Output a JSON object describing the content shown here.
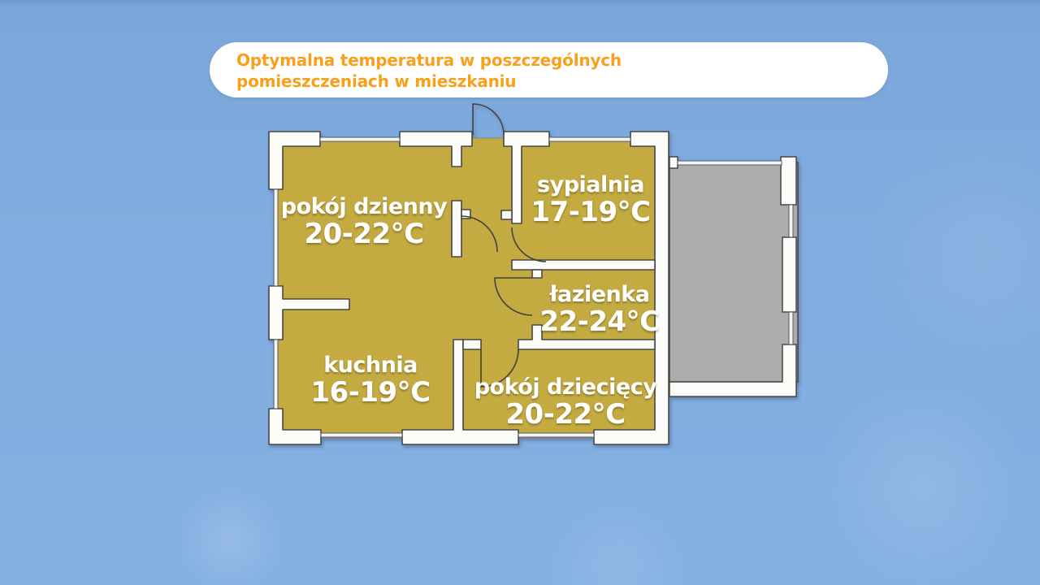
{
  "title": {
    "line1": "Optymalna temperatura w poszczególnych",
    "line2": "pomieszczeniach w mieszkaniu"
  },
  "colors": {
    "background_blue": "#81ACDF",
    "title_orange": "#F7A01B",
    "room_fill_gold": "#C3AA41",
    "terrace_gray": "#ACACAC",
    "wall_white": "#FCFCF9",
    "wall_outline": "#474747",
    "label_white": "#FFFFFF"
  },
  "floor_plan": {
    "rooms": [
      {
        "id": "pokoj-dzienny",
        "name": "pokój dzienny",
        "temp": "20-22°C"
      },
      {
        "id": "sypialnia",
        "name": "sypialnia",
        "temp": "17-19°C"
      },
      {
        "id": "lazienka",
        "name": "łazienka",
        "temp": "22-24°C"
      },
      {
        "id": "kuchnia",
        "name": "kuchnia",
        "temp": "16-19°C"
      },
      {
        "id": "pokoj-dzieciecy",
        "name": "pokój dziecięcy",
        "temp": "20-22°C"
      }
    ],
    "annex": {
      "id": "taras",
      "label": ""
    }
  }
}
